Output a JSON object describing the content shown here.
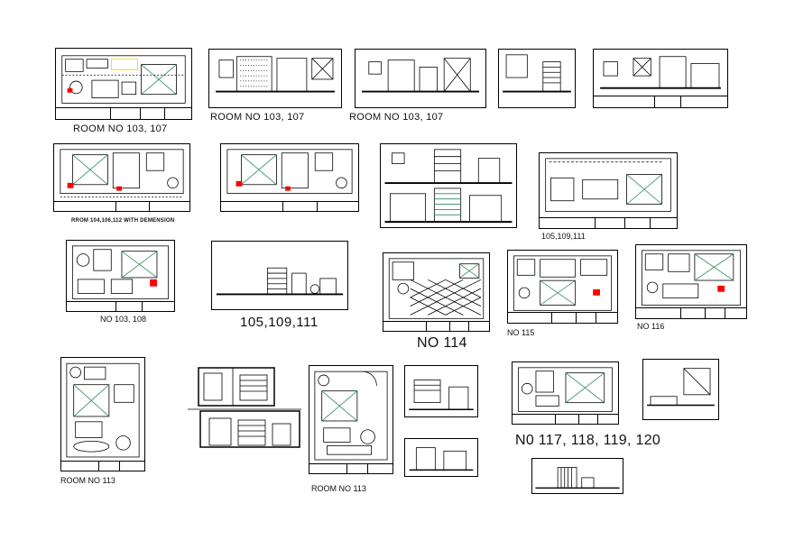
{
  "labels": {
    "room_103_107_a": "ROOM NO 103, 107",
    "room_103_107_b": "ROOM NO 103, 107",
    "room_103_107_c": "ROOM NO 103, 107",
    "room_104_dimension": "RROM 104,106,112 WITH DEMENSION",
    "rooms_105_109_111_small": "105,109,111",
    "no_103_108": "NO 103, 108",
    "rooms_105_109_111_large": "105,109,111",
    "no_114": "NO 114",
    "no_115": "NO 115",
    "no_116": "NO 116",
    "room_113_a": "ROOM NO 113",
    "room_113_b": "ROOM NO 113",
    "no_117_120": "N0 117, 118, 119, 120"
  },
  "colors": {
    "line": "#000000",
    "furniture_accent": "#2e8b57",
    "highlight": "#e8d800",
    "marker_red": "#ff0000"
  }
}
